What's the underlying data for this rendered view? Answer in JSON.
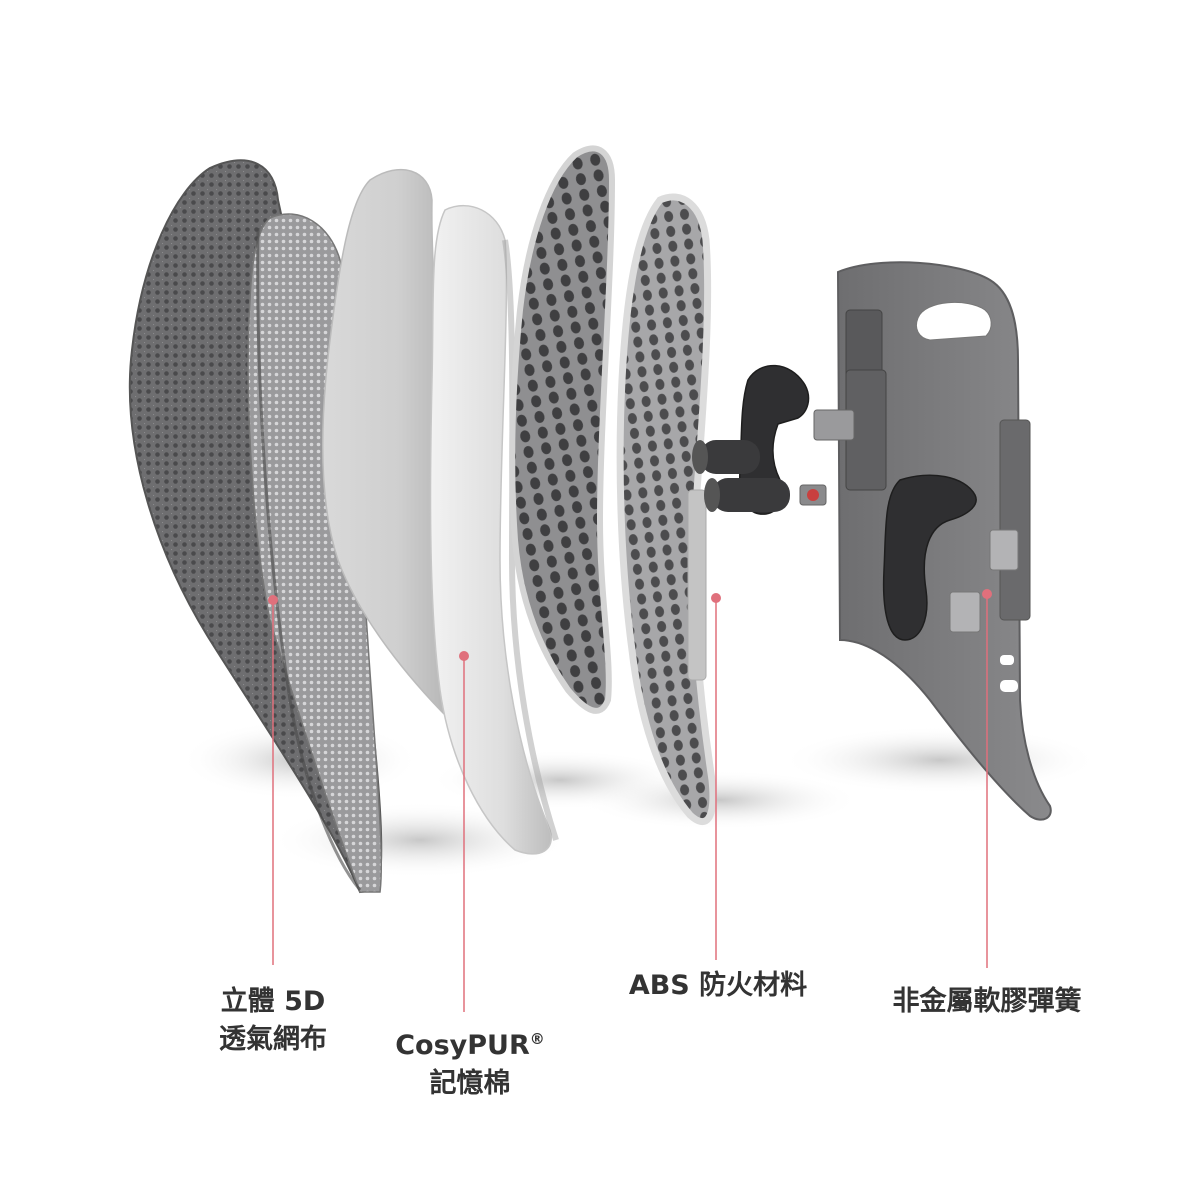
{
  "components": [
    {
      "id": "mesh",
      "lines": [
        "立體 5D",
        "透氣網布"
      ]
    },
    {
      "id": "foam",
      "lines": [
        "CosyPUR",
        "記憶棉"
      ],
      "superscript": "®"
    },
    {
      "id": "abs",
      "lines": [
        "ABS 防火材料"
      ]
    },
    {
      "id": "spring",
      "lines": [
        "非金屬軟膠彈簧"
      ]
    }
  ],
  "colors": {
    "background": "#ffffff",
    "label_text": "#333333",
    "callout_accent": "#e0707c"
  }
}
